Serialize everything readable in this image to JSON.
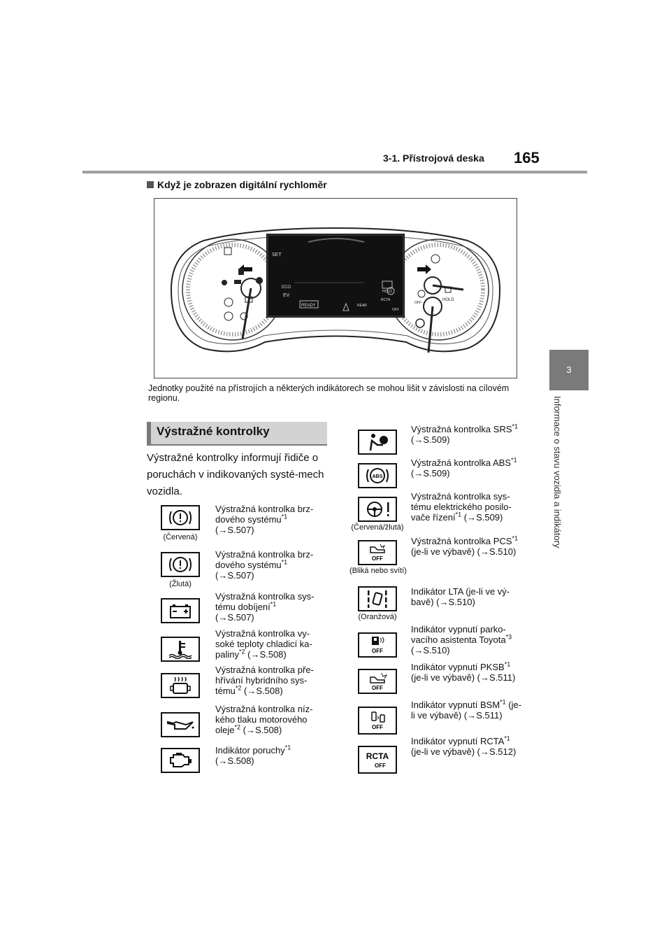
{
  "header": {
    "section": "3-1. Přístrojová deska",
    "page_number": "165"
  },
  "side_tab": {
    "chapter_number": "3",
    "chapter_title": "Informace o stavu vozidla a indikátory"
  },
  "subheading": "Když je zobrazen digitální rychloměr",
  "figure": {
    "left_labels": [
      "SET",
      "ECO",
      "EV"
    ],
    "ready_label": "READY",
    "rear_label": "REAR",
    "right_labels": [
      "OFF",
      "HOLD",
      "RCTA",
      "OFF",
      "HOLD"
    ]
  },
  "figure_note": "Jednotky použité na přístrojích a některých indikátorech se mohou lišit v závislosti na cílovém regionu.",
  "section_title": "Výstražné kontrolky",
  "intro_text": "Výstražné kontrolky informují řidiče o poruchách v indikovaných systé-mech vozidla.",
  "left_items": [
    {
      "icon": "brake-warning-icon",
      "caption": "(Červená)",
      "text": "Výstražná kontrolka brz-dového systému",
      "sup": "*1",
      "ref": "(→S.507)"
    },
    {
      "icon": "brake-warning-icon",
      "caption": "(Žlutá)",
      "text": "Výstražná kontrolka brz-dového systému",
      "sup": "*1",
      "ref": "(→S.507)"
    },
    {
      "icon": "battery-icon",
      "caption": "",
      "text": "Výstražná kontrolka sys-tému dobíjení",
      "sup": "*1",
      "ref": "(→S.507)"
    },
    {
      "icon": "coolant-temperature-icon",
      "caption": "",
      "text": "Výstražná kontrolka vy-soké teploty chladicí ka-paliny",
      "sup": "*2",
      "ref": "(→S.508)"
    },
    {
      "icon": "hybrid-overheat-icon",
      "caption": "",
      "text": "Výstražná kontrolka pře-hřívání hybridního sys-tému",
      "sup": "*2",
      "ref": "(→S.508)"
    },
    {
      "icon": "oil-pressure-icon",
      "caption": "",
      "text": "Výstražná kontrolka níz-kého tlaku motorového oleje",
      "sup": "*2",
      "ref": "(→S.508)"
    },
    {
      "icon": "check-engine-icon",
      "caption": "",
      "text": "Indikátor poruchy",
      "sup": "*1",
      "ref": "(→S.508)"
    }
  ],
  "right_items": [
    {
      "icon": "srs-airbag-icon",
      "caption": "",
      "text": "Výstražná kontrolka SRS",
      "sup": "*1",
      "ref": "(→S.509)"
    },
    {
      "icon": "abs-icon",
      "caption": "",
      "text": "Výstražná kontrolka ABS",
      "sup": "*1",
      "ref": "(→S.509)"
    },
    {
      "icon": "power-steering-icon",
      "caption": "(Červená/žlutá)",
      "text": "Výstražná kontrolka sys-tému elektrického posilo-vače řízení",
      "sup": "*1",
      "ref": "(→S.509)"
    },
    {
      "icon": "pcs-off-icon",
      "caption": "(Bliká nebo svítí)",
      "text": "Výstražná kontrolka PCS",
      "sup": "*1",
      "ref": "(je-li ve výbavě) (→S.510)"
    },
    {
      "icon": "lta-icon",
      "caption": "(Oranžová)",
      "text": "Indikátor LTA (je-li ve vý-bavě)",
      "sup": "",
      "ref": "(→S.510)"
    },
    {
      "icon": "parking-assist-off-icon",
      "caption": "",
      "text": "Indikátor vypnutí parko-vacího asistenta Toyota",
      "sup": "*3",
      "ref": "(→S.510)"
    },
    {
      "icon": "pksb-off-icon",
      "caption": "",
      "text": "Indikátor vypnutí PKSB",
      "sup": "*1",
      "ref": "(je-li ve výbavě) (→S.511)"
    },
    {
      "icon": "bsm-off-icon",
      "caption": "",
      "text": "Indikátor vypnutí BSM",
      "sup": "*1",
      "ref": "(je-li ve výbavě) (→S.511)"
    },
    {
      "icon": "rcta-off-icon",
      "caption": "",
      "text": "Indikátor vypnutí RCTA",
      "sup": "*1",
      "ref": "(je-li ve výbavě) (→S.512)"
    }
  ],
  "icon_labels": {
    "abs": "ABS",
    "off": "OFF",
    "rcta": "RCTA"
  }
}
